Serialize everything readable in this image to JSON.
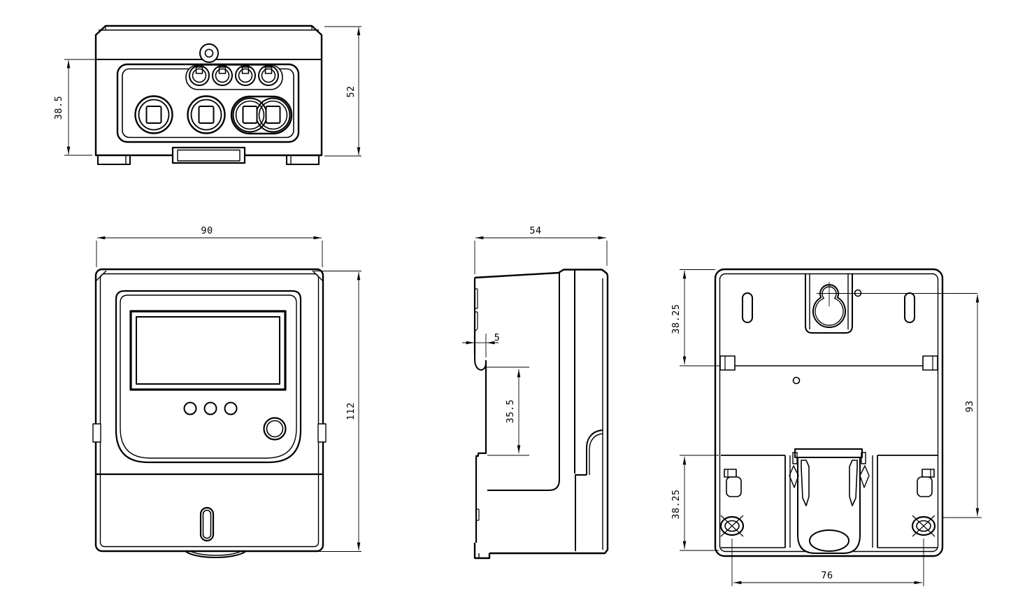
{
  "meta": {
    "background": "#ffffff",
    "line_color": "#000000"
  },
  "views": {
    "terminal": {
      "dims": {
        "cover_height": "38.5",
        "depth": "52"
      }
    },
    "front": {
      "dims": {
        "width": "90",
        "height": "112"
      }
    },
    "side": {
      "dims": {
        "depth": "54",
        "cover_step": "5",
        "cover_height": "35.5"
      }
    },
    "back": {
      "dims": {
        "keyhole_offset": "38.25",
        "lower_section": "38.25",
        "mount_span_vertical": "93",
        "mount_span_horizontal": "76"
      }
    }
  }
}
